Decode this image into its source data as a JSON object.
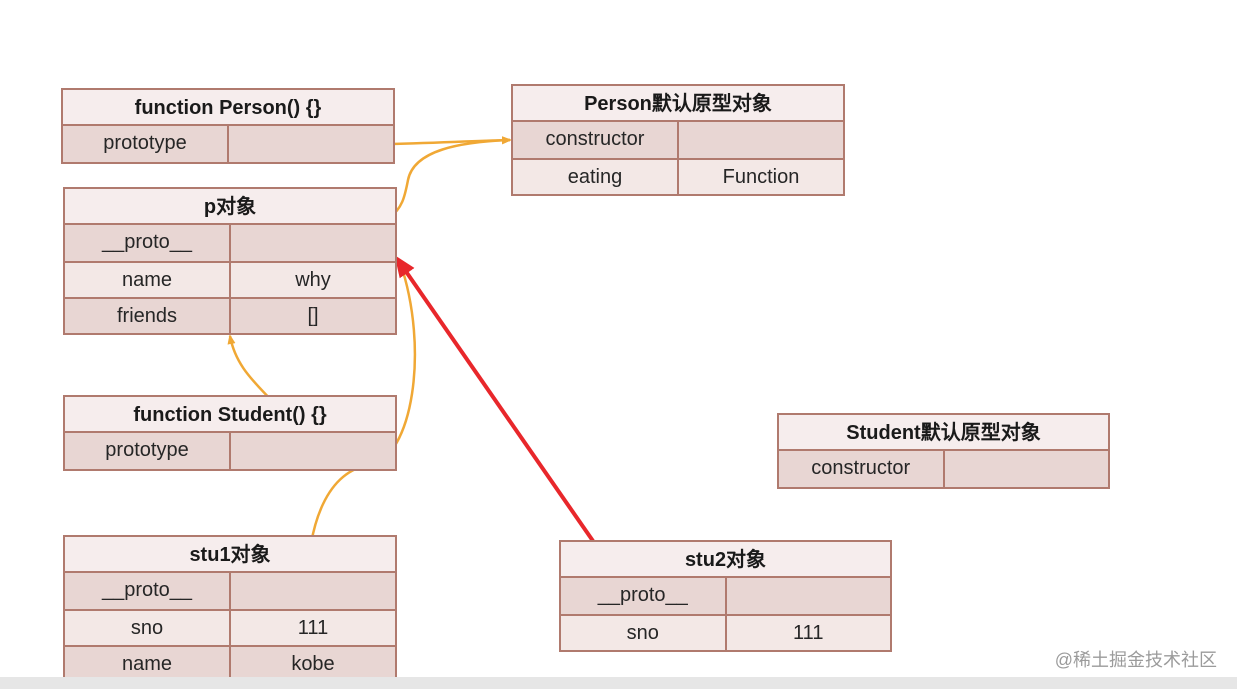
{
  "tables": {
    "person_fn": {
      "title": "function Person() {}",
      "rows": [
        [
          "prototype",
          ""
        ]
      ]
    },
    "person_proto": {
      "title": "Person默认原型对象",
      "rows": [
        [
          "constructor",
          ""
        ],
        [
          "eating",
          "Function"
        ]
      ]
    },
    "p_obj": {
      "title": "p对象",
      "rows": [
        [
          "__proto__",
          ""
        ],
        [
          "name",
          "why"
        ],
        [
          "friends",
          "[]"
        ]
      ]
    },
    "student_fn": {
      "title": "function Student() {}",
      "rows": [
        [
          "prototype",
          ""
        ]
      ]
    },
    "student_proto": {
      "title": "Student默认原型对象",
      "rows": [
        [
          "constructor",
          ""
        ]
      ]
    },
    "stu1": {
      "title": "stu1对象",
      "rows": [
        [
          "__proto__",
          ""
        ],
        [
          "sno",
          "111"
        ],
        [
          "name",
          "kobe"
        ]
      ]
    },
    "stu2": {
      "title": "stu2对象",
      "rows": [
        [
          "__proto__",
          ""
        ],
        [
          "sno",
          "111"
        ]
      ]
    }
  },
  "colors": {
    "border": "#b07a6e",
    "arrow_orange": "#f0a835",
    "arrow_red": "#e8272b"
  },
  "watermark": "@稀土掘金技术社区"
}
